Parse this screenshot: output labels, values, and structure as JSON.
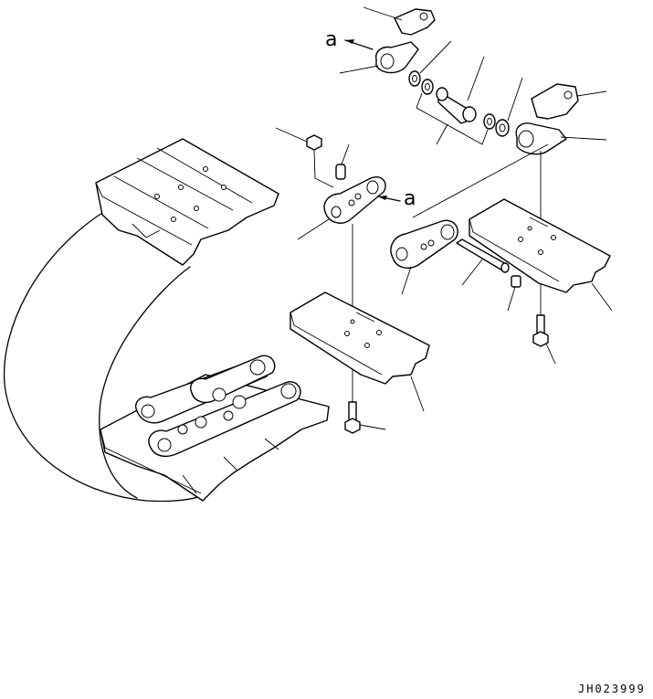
{
  "callout_letters": {
    "upper": "a",
    "middle": "a"
  },
  "drawing_code": "JH023999"
}
